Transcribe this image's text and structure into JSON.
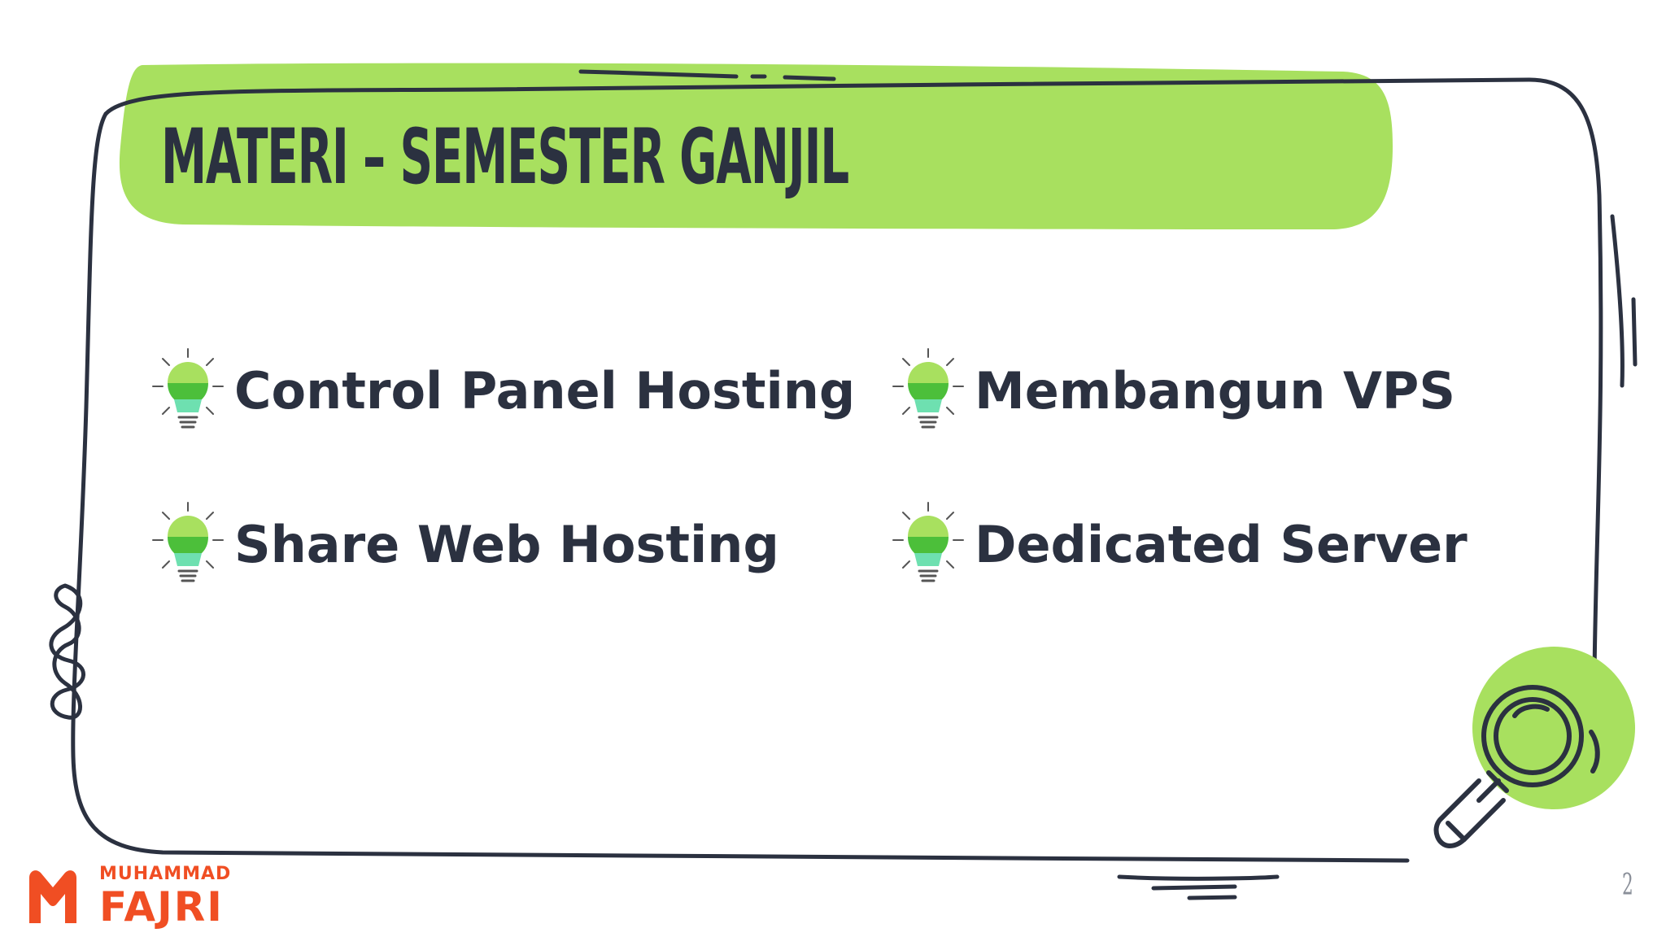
{
  "slide": {
    "title": "MATERI – SEMESTER GANJIL",
    "accent_color": "#a8e05f",
    "text_color": "#2b3140",
    "topics": [
      {
        "label": "Control Panel Hosting",
        "icon": "lightbulb-icon"
      },
      {
        "label": "Membangun VPS",
        "icon": "lightbulb-icon"
      },
      {
        "label": "Share Web Hosting",
        "icon": "lightbulb-icon"
      },
      {
        "label": "Dedicated Server",
        "icon": "lightbulb-icon"
      }
    ],
    "decoration_icon": "magnifying-glass-icon",
    "page_number": "2"
  },
  "brand": {
    "line1": "MUHAMMAD",
    "line2": "FAJRI",
    "color": "#f04e23",
    "icon": "logo-m-icon"
  }
}
